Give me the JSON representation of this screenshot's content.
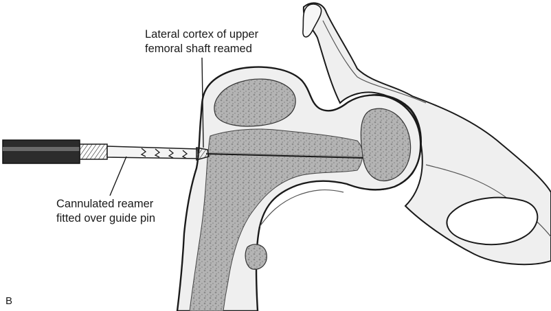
{
  "panel_letter": "B",
  "labels": {
    "cortex": {
      "line1": "Lateral cortex of upper",
      "line2": "femoral shaft reamed"
    },
    "reamer": {
      "line1": "Cannulated reamer",
      "line2": "fitted over guide pin"
    }
  },
  "colors": {
    "ink": "#1a1a1a",
    "bone_fill": "#ececec",
    "cancellous": "#a8a8a8",
    "background": "#ffffff"
  }
}
